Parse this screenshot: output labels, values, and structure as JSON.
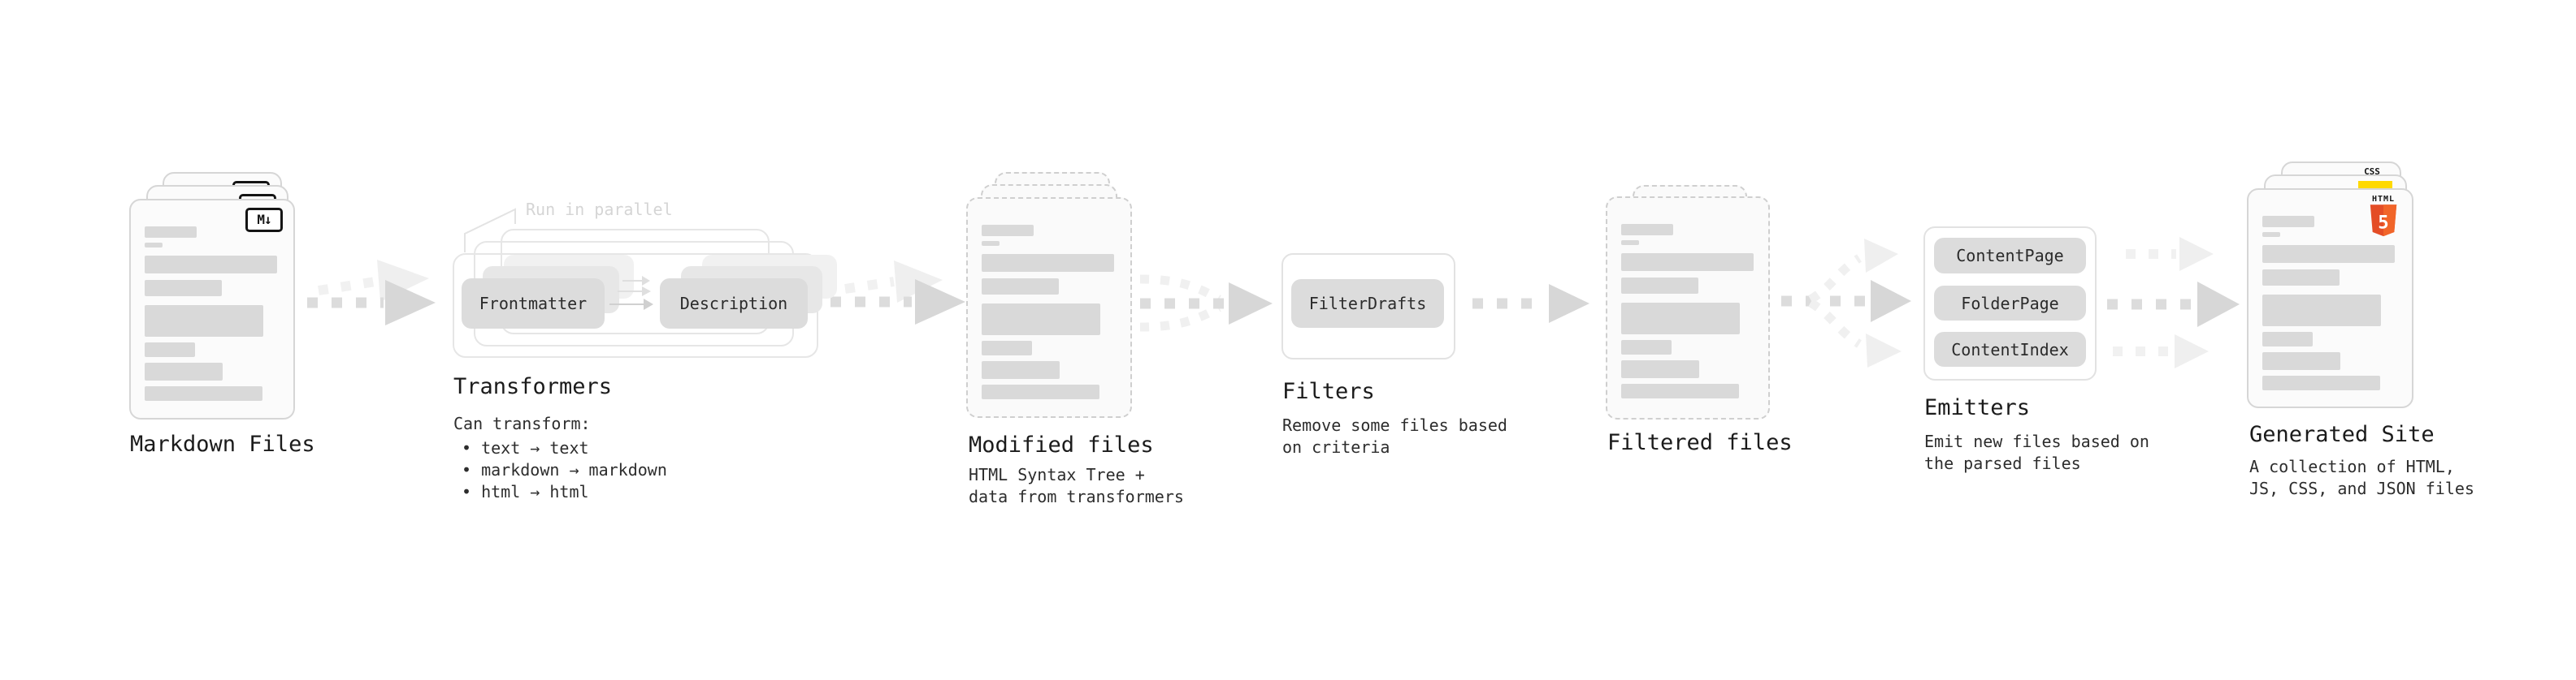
{
  "diagram": {
    "markdown": {
      "title": "Markdown Files",
      "badge": "M↓"
    },
    "transformers": {
      "callout": "Run in parallel",
      "chip_left": "Frontmatter",
      "chip_right": "Description",
      "title": "Transformers",
      "desc_heading": "Can transform:",
      "bullet_1": "• text → text",
      "bullet_2": "• markdown → markdown",
      "bullet_3": "• html → html"
    },
    "modified": {
      "title": "Modified files",
      "desc_1": "HTML Syntax Tree +",
      "desc_2": "data from transformers"
    },
    "filters": {
      "chip": "FilterDrafts",
      "title": "Filters",
      "desc_1": "Remove some files based",
      "desc_2": "on criteria"
    },
    "filtered": {
      "title": "Filtered files"
    },
    "emitters": {
      "chip_1": "ContentPage",
      "chip_2": "FolderPage",
      "chip_3": "ContentIndex",
      "title": "Emitters",
      "desc_1": "Emit new files based on",
      "desc_2": "the parsed files"
    },
    "generated": {
      "title": "Generated Site",
      "desc_1": "A collection of HTML,",
      "desc_2": "JS, CSS, and JSON files",
      "badge_css": "CSS",
      "badge_html_word": "HTML",
      "badge_html_number": "5"
    }
  },
  "colors": {
    "html5_orange": "#e44d26",
    "html5_orange_light": "#f16529",
    "js_yellow": "#ffd900",
    "css_blue": "#2862e9",
    "placeholder_gray": "#d9d9d9",
    "chip_gray": "#dcdcdc",
    "arrow_gray": "#dcdcdc",
    "arrow_light_gray": "#f0f0f0",
    "text_dark": "#1b1b1b"
  }
}
